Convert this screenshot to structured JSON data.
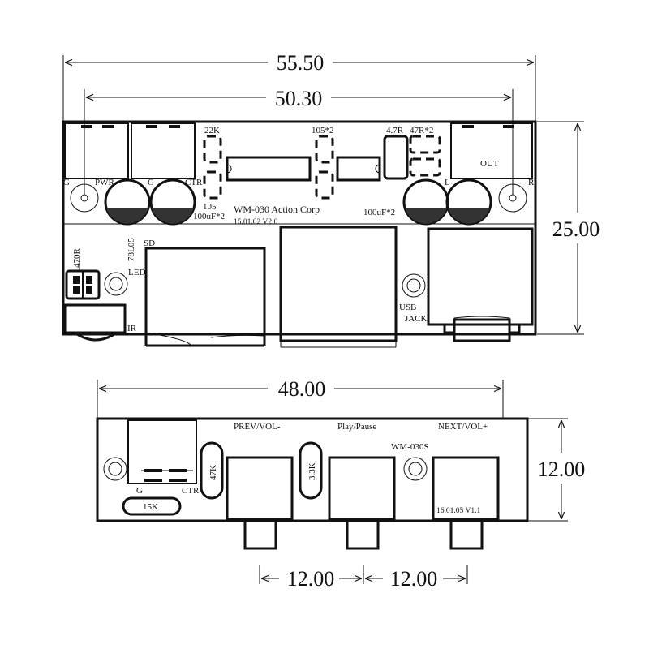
{
  "dimensions": {
    "top_width_outer": "55.50",
    "top_width_inner": "50.30",
    "top_height": "25.00",
    "bottom_width": "48.00",
    "bottom_height": "12.00",
    "spacing_1": "12.00",
    "spacing_2": "12.00"
  },
  "top_board": {
    "labels": {
      "g_left": "G",
      "pwr": "PWR",
      "g_mid": "G",
      "ctr": "CTR",
      "r_22k": "22K",
      "r_105": "105",
      "cap_left": "100uF*2",
      "model": "WM-030  Action Corp",
      "version": "15.01.02 V2.0",
      "cap_105x2": "105*2",
      "r_47": "4.7R",
      "r_47x2": "47R*2",
      "out": "OUT",
      "l": "L",
      "r": "R",
      "cap_right": "100uF*2",
      "r_470": "470R",
      "reg": "78L05",
      "sd": "SD",
      "led": "LED",
      "ir": "IR",
      "usb": "USB",
      "jack": "JACK"
    }
  },
  "bottom_board": {
    "labels": {
      "prev": "PREV/VOL-",
      "play": "Play/Pause",
      "next": "NEXT/VOL+",
      "model": "WM-030S",
      "r_47k": "47K",
      "r_33k": "3.3K",
      "r_15k": "15K",
      "g": "G",
      "ctr": "CTR",
      "version": "16.01.05 V1.1"
    }
  }
}
